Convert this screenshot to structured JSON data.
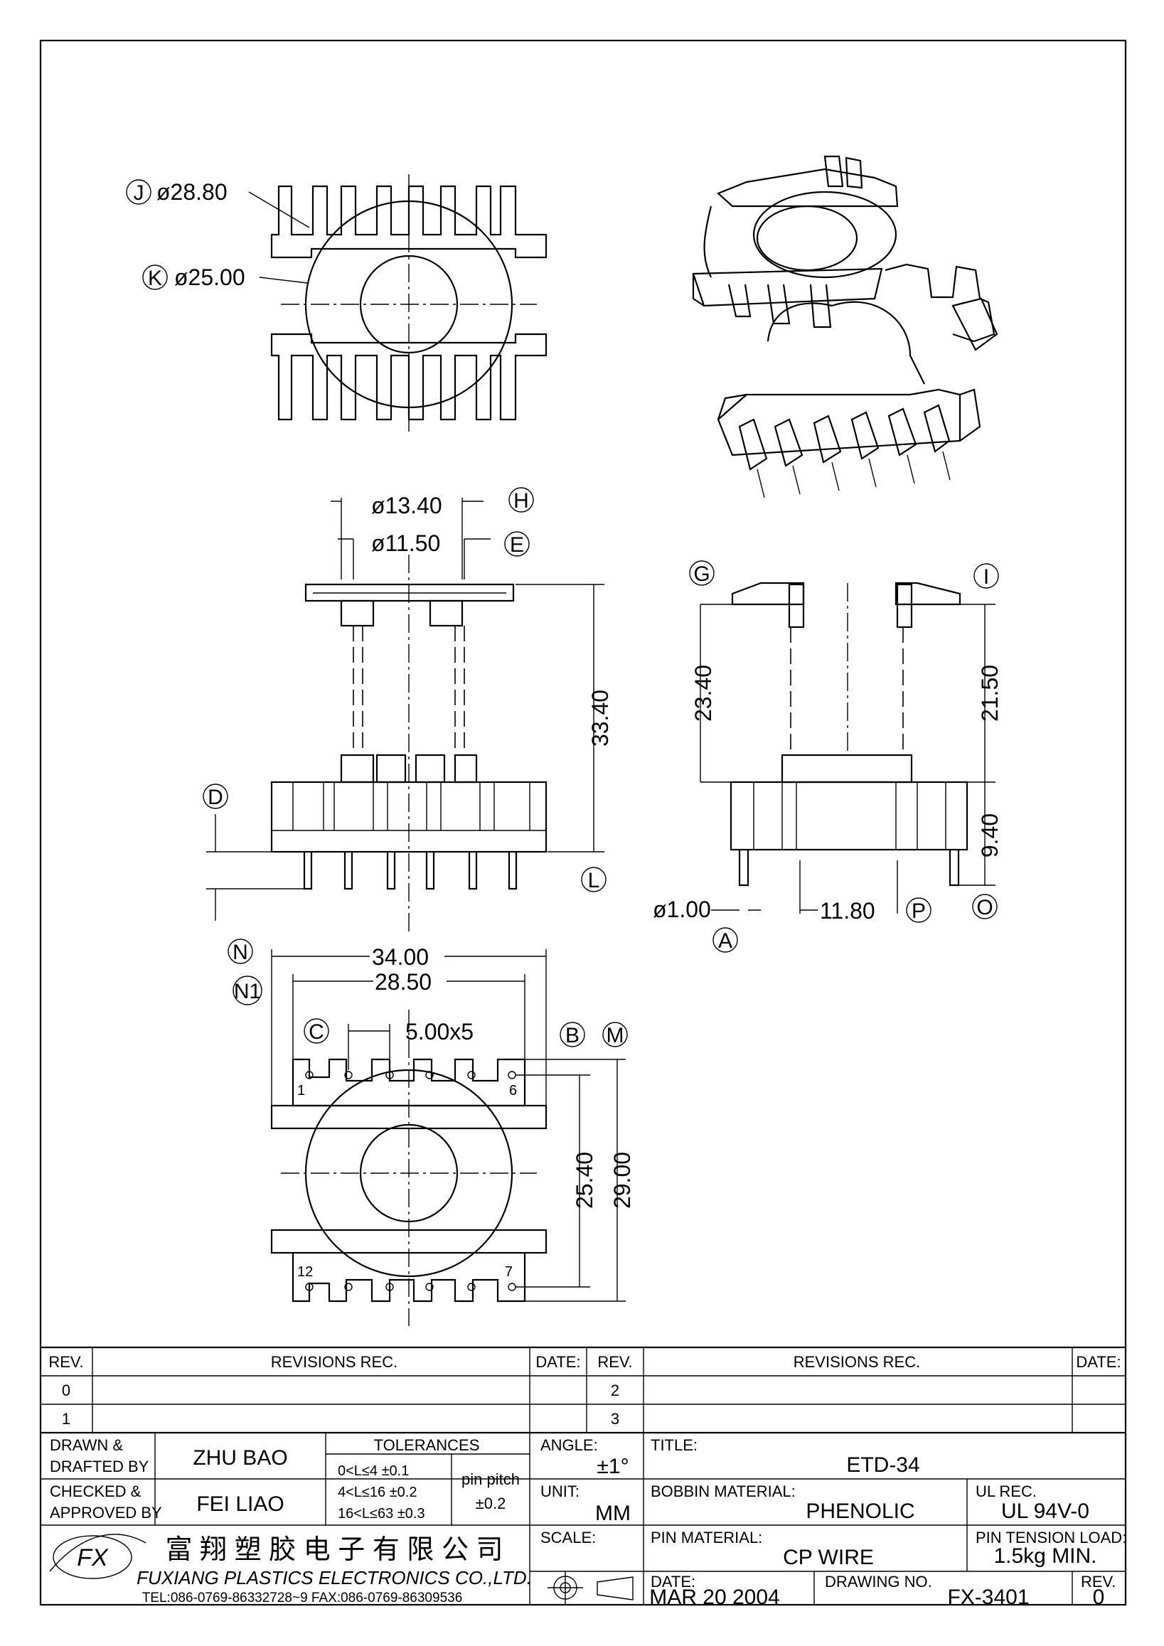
{
  "views": {
    "top": {
      "J_label": "J",
      "J_value": "ø28.80",
      "K_label": "K",
      "K_value": "ø25.00"
    },
    "front": {
      "H_label": "H",
      "H_value": "ø13.40",
      "E_label": "E",
      "E_value": "ø11.50",
      "height_value": "33.40",
      "L_label": "L",
      "D_label": "D"
    },
    "side": {
      "G_label": "G",
      "G_value": "23.40",
      "I_label": "I",
      "I_value": "21.50",
      "lower_value": "9.40",
      "O_label": "O",
      "pin_dia_value": "ø1.00",
      "A_label": "A",
      "pin_span_value": "11.80",
      "P_label": "P"
    },
    "bottom": {
      "N_label": "N",
      "N1_label": "N1",
      "width_value": "34.00",
      "pin_span_value": "28.50",
      "C_label": "C",
      "pitch_value": "5.00x5",
      "B_label": "B",
      "M_label": "M",
      "inner_value": "25.40",
      "outer_value": "29.00",
      "pin1": "1",
      "pin6": "6",
      "pin7": "7",
      "pin12": "12"
    }
  },
  "title_block": {
    "rev_header": "REV.",
    "revisions_header": "REVISIONS  REC.",
    "date_header": "DATE:",
    "rev_rows_left": [
      "0",
      "1"
    ],
    "rev_rows_right": [
      "2",
      "3"
    ],
    "drawn_label": "DRAWN &",
    "drafted_label": "DRAFTED BY",
    "drawn_by": "ZHU BAO",
    "checked_label": "CHECKED &",
    "approved_label": "APPROVED BY",
    "checked_by": "FEI LIAO",
    "tolerances_label": "TOLERANCES",
    "tol_rows": [
      "0<L≤4   ±0.1",
      "4<L≤16  ±0.2",
      "16<L≤63  ±0.3"
    ],
    "pin_pitch_label": "pin pitch",
    "pin_pitch_value": "±0.2",
    "angle_label": "ANGLE:",
    "angle_value": "±1°",
    "unit_label": "UNIT:",
    "unit_value": "MM",
    "scale_label": "SCALE:",
    "title_label": "TITLE:",
    "title_value": "ETD-34",
    "bobbin_label": "BOBBIN MATERIAL:",
    "bobbin_value": "PHENOLIC",
    "ul_label": "UL REC.",
    "ul_value": "UL 94V-0",
    "pin_mat_label": "PIN MATERIAL:",
    "pin_mat_value": "CP WIRE",
    "tension_label": "PIN TENSION LOAD:",
    "tension_value": "1.5kg MIN.",
    "date_label": "DATE:",
    "date_value": "MAR 20 2004",
    "drawing_no_label": "DRAWING NO.",
    "drawing_no_value": "FX-3401",
    "rev_label": "REV.",
    "rev_value": "0",
    "company_cn": "富 翔 塑 胶 电 子 有 限 公 司",
    "company_en": "FUXIANG PLASTICS ELECTRONICS CO.,LTD.",
    "contact": "TEL:086-0769-86332728~9   FAX:086-0769-86309536",
    "logo_text": "FX"
  }
}
